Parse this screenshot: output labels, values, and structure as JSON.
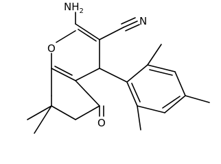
{
  "molecule": {
    "atoms": {
      "amino": {
        "main": "NH",
        "sub": "2"
      },
      "nitrile_n": "N",
      "ring_o": "O",
      "ketone_o": "O"
    },
    "colors": {
      "bond": "#000000",
      "label": "#000000",
      "background": "#ffffff"
    }
  }
}
